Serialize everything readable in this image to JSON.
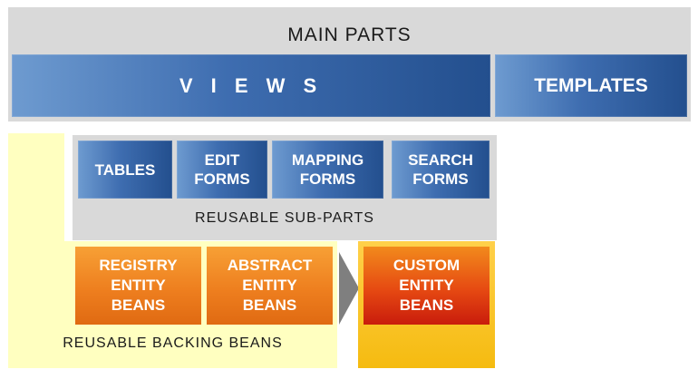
{
  "main": {
    "title": "MAIN PARTS",
    "views_label": "V I E W S",
    "templates_label": "TEMPLATES"
  },
  "sub_parts": {
    "title": "REUSABLE SUB-PARTS",
    "items": [
      {
        "line1": "TABLES",
        "line2": ""
      },
      {
        "line1": "EDIT",
        "line2": "FORMS"
      },
      {
        "line1": "MAPPING",
        "line2": "FORMS"
      },
      {
        "line1": "SEARCH",
        "line2": "FORMS"
      }
    ]
  },
  "backing": {
    "title": "REUSABLE BACKING BEANS",
    "beans": [
      {
        "line1": "REGISTRY",
        "line2": "ENTITY",
        "line3": "BEANS"
      },
      {
        "line1": "ABSTRACT",
        "line2": "ENTITY",
        "line3": "BEANS"
      }
    ]
  },
  "custom": {
    "line1": "CUSTOM",
    "line2": "ENTITY",
    "line3": "BEANS"
  },
  "colors": {
    "panel_gray": "#d9d9d9",
    "blue_dark": "#234f8e",
    "blue_light": "#6e9bd0",
    "orange": "#ee7f1f",
    "pale_yellow": "#ffffc0",
    "gold": "#f5bb10",
    "custom_red": "#c91c0c",
    "arrow_gray": "#7f7f7f"
  }
}
